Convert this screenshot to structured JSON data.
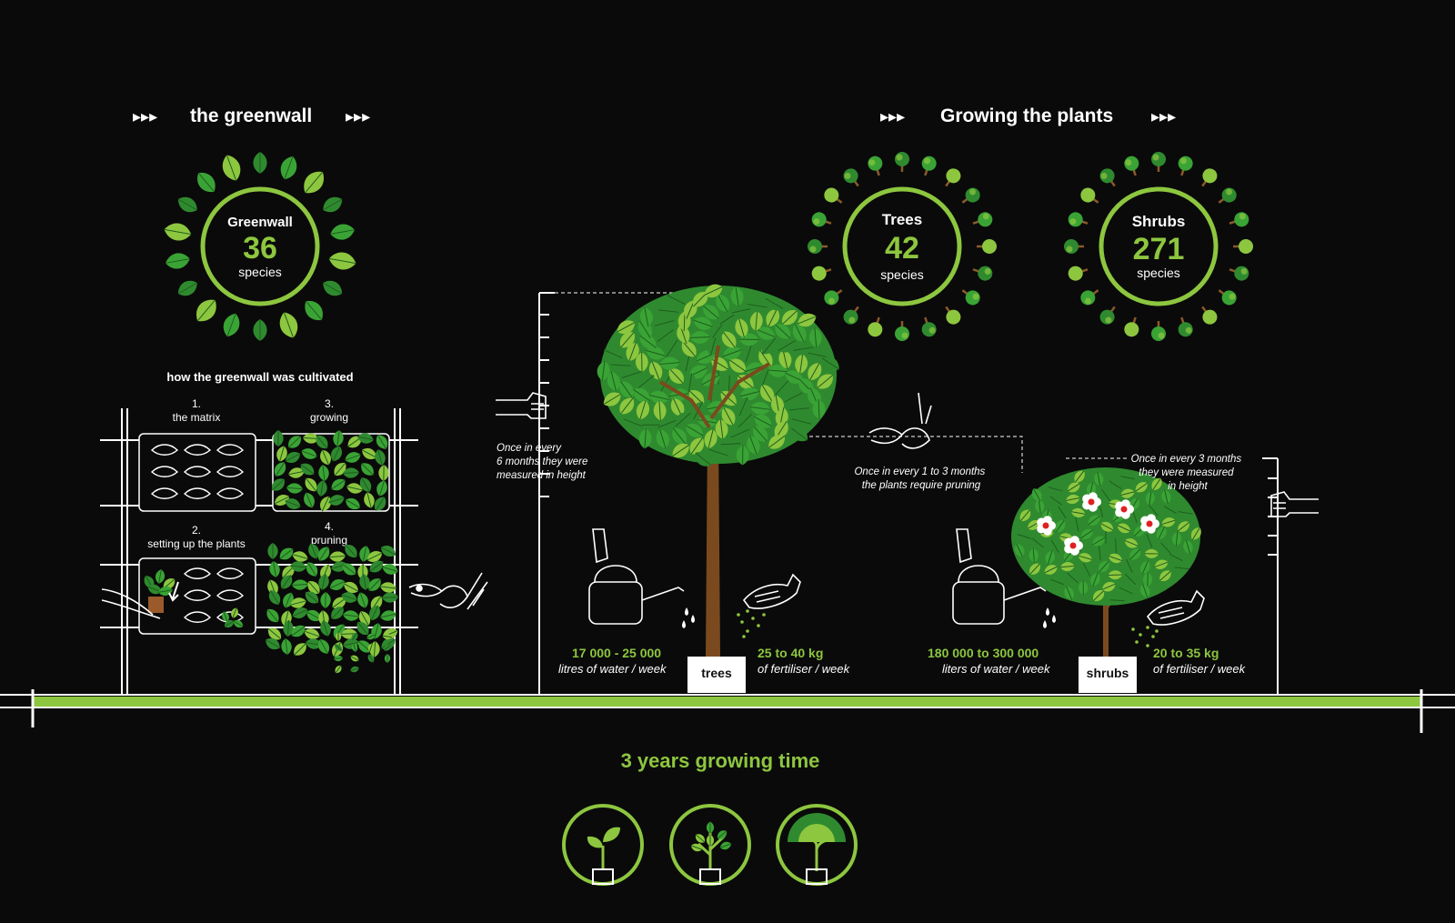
{
  "colors": {
    "accent": "#8dc63f",
    "leaf_dark": "#2f8a2f",
    "leaf_mid": "#3aa335",
    "leaf_light": "#8dc63f",
    "trunk": "#7a4a1e",
    "background": "#0a0a0a",
    "line": "#ffffff"
  },
  "greenwall": {
    "heading_arrows": "▸▸▸",
    "heading": "the greenwall",
    "counter": {
      "label": "Greenwall",
      "value": "36",
      "unit": "species"
    },
    "cultivation_title": "how the greenwall was cultivated",
    "steps": [
      {
        "num": "1.",
        "label": "the matrix"
      },
      {
        "num": "2.",
        "label": "setting up the plants"
      },
      {
        "num": "3.",
        "label": "growing"
      },
      {
        "num": "4.",
        "label": "pruning"
      }
    ]
  },
  "growing": {
    "heading": "Growing the plants",
    "trees": {
      "label": "Trees",
      "value": "42",
      "unit": "species"
    },
    "shrubs": {
      "label": "Shrubs",
      "value": "271",
      "unit": "species"
    },
    "tree_measure_note": [
      "Once in every",
      "6 months they were",
      "measured in height"
    ],
    "pruning_note": [
      "Once in every 1 to 3 months",
      "the plants require pruning"
    ],
    "shrub_measure_note": [
      "Once in every 3 months",
      "they were measured",
      "in height"
    ],
    "tree_water": {
      "value": "17 000 - 25 000",
      "unit": "litres of water / week"
    },
    "tree_fertiliser": {
      "value": "25 to 40 kg",
      "unit": "of fertiliser / week"
    },
    "shrub_water": {
      "value": "180 000 to 300 000",
      "unit": "liters of water / week"
    },
    "shrub_fertiliser": {
      "value": "20 to 35 kg",
      "unit": "of fertiliser / week"
    },
    "tree_pot_label": "trees",
    "shrub_pot_label": "shrubs"
  },
  "timeline": {
    "label": "3 years growing time",
    "stages": [
      "sprout-icon",
      "sapling-icon",
      "grown-tree-icon"
    ]
  }
}
